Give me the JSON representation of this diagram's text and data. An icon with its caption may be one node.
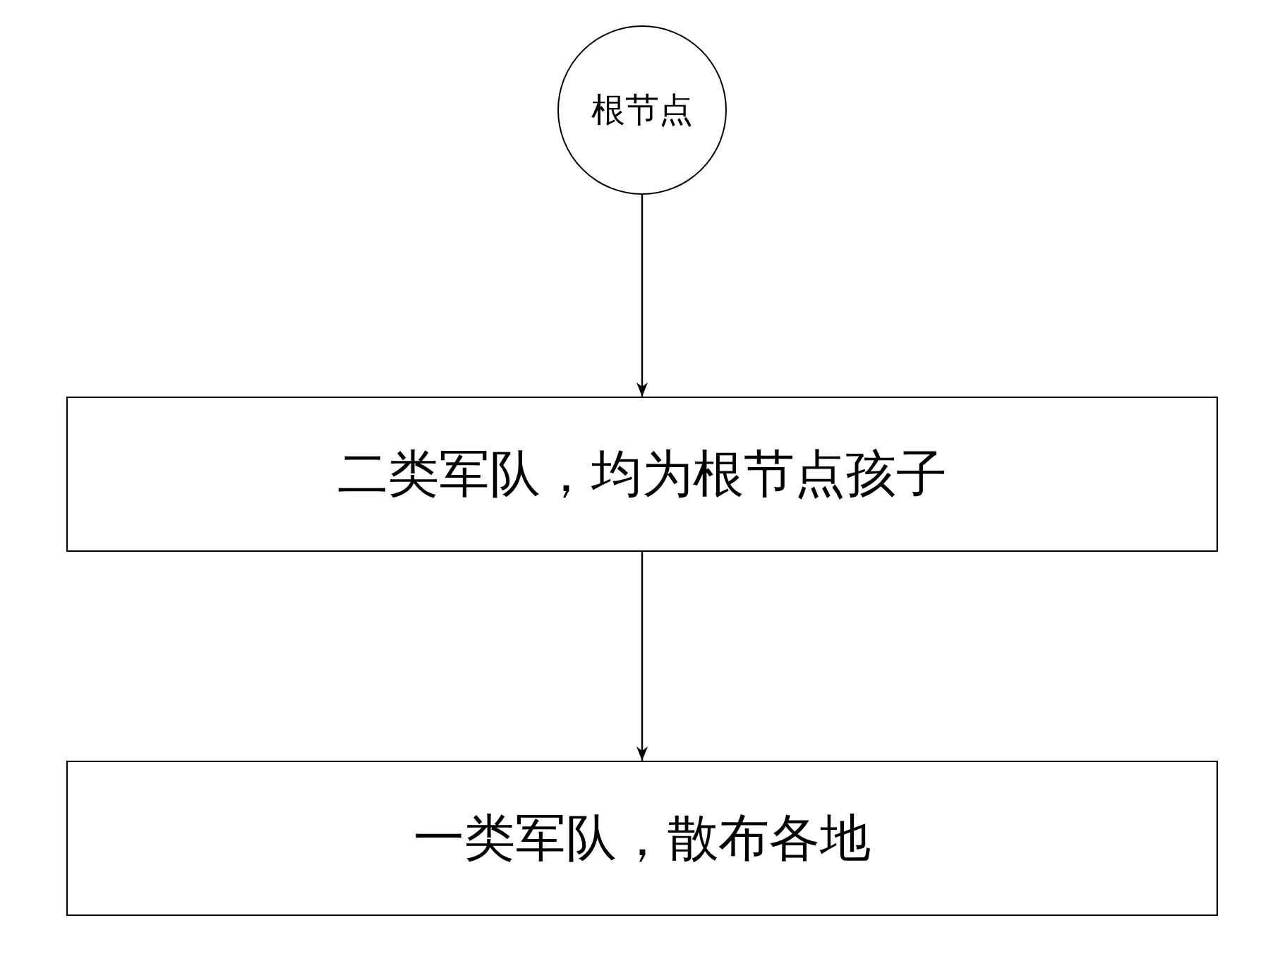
{
  "diagram": {
    "nodes": [
      {
        "text": [
          "根节点"
        ]
      },
      {
        "text": [
          "二类军队，均为根节点孩子"
        ]
      },
      {
        "text": [
          "一类军队，散布各地"
        ]
      }
    ],
    "edges": [
      {
        "from": 0,
        "to": 1,
        "arrow": "to"
      },
      {
        "from": 1,
        "to": 2,
        "arrow": "to"
      }
    ]
  }
}
